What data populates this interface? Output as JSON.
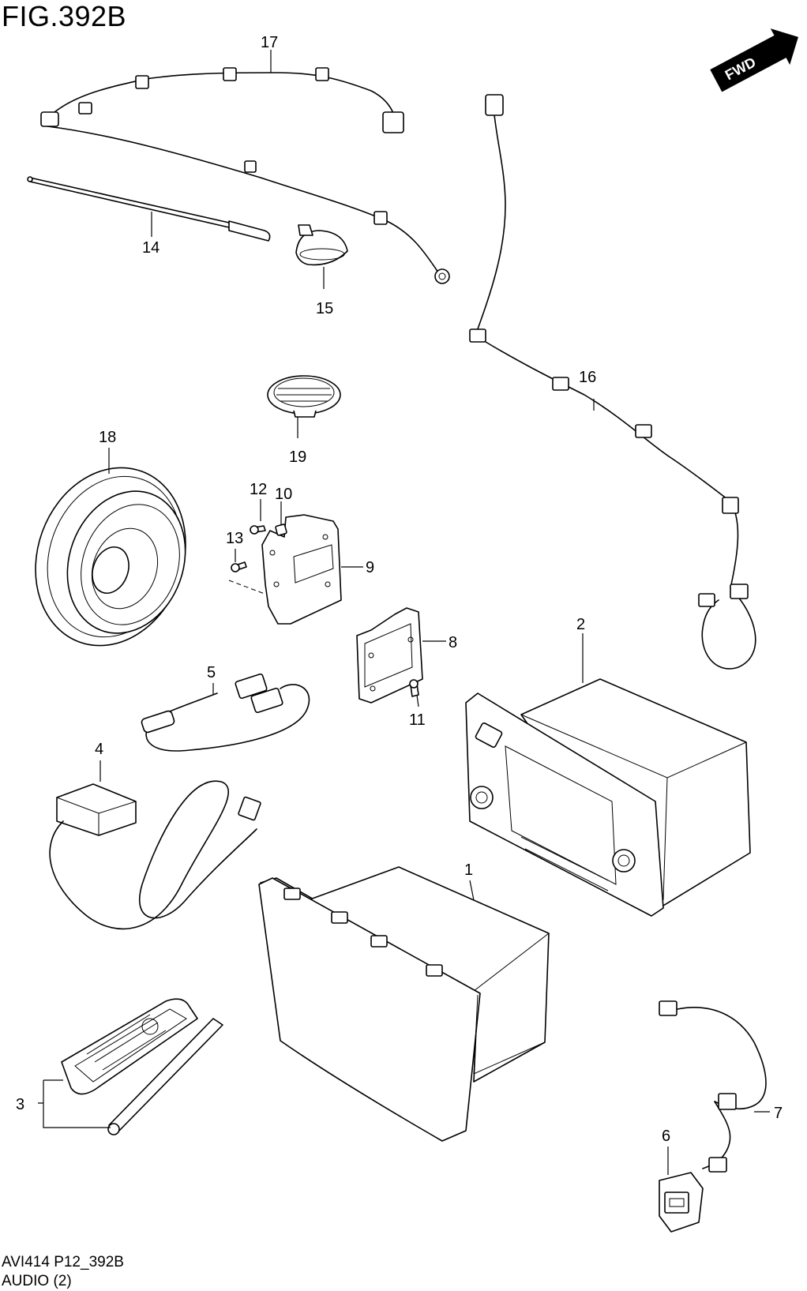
{
  "figure": {
    "title": "FIG.392B",
    "code": "AVI414 P12_392B",
    "name": "AUDIO (2)"
  },
  "direction_badge": {
    "label": "FWD"
  },
  "callouts": {
    "c1": "1",
    "c2": "2",
    "c3": "3",
    "c4": "4",
    "c5": "5",
    "c6": "6",
    "c7": "7",
    "c8": "8",
    "c9": "9",
    "c10": "10",
    "c11": "11",
    "c12": "12",
    "c13": "13",
    "c14": "14",
    "c15": "15",
    "c16": "16",
    "c17": "17",
    "c18": "18",
    "c19": "19"
  }
}
